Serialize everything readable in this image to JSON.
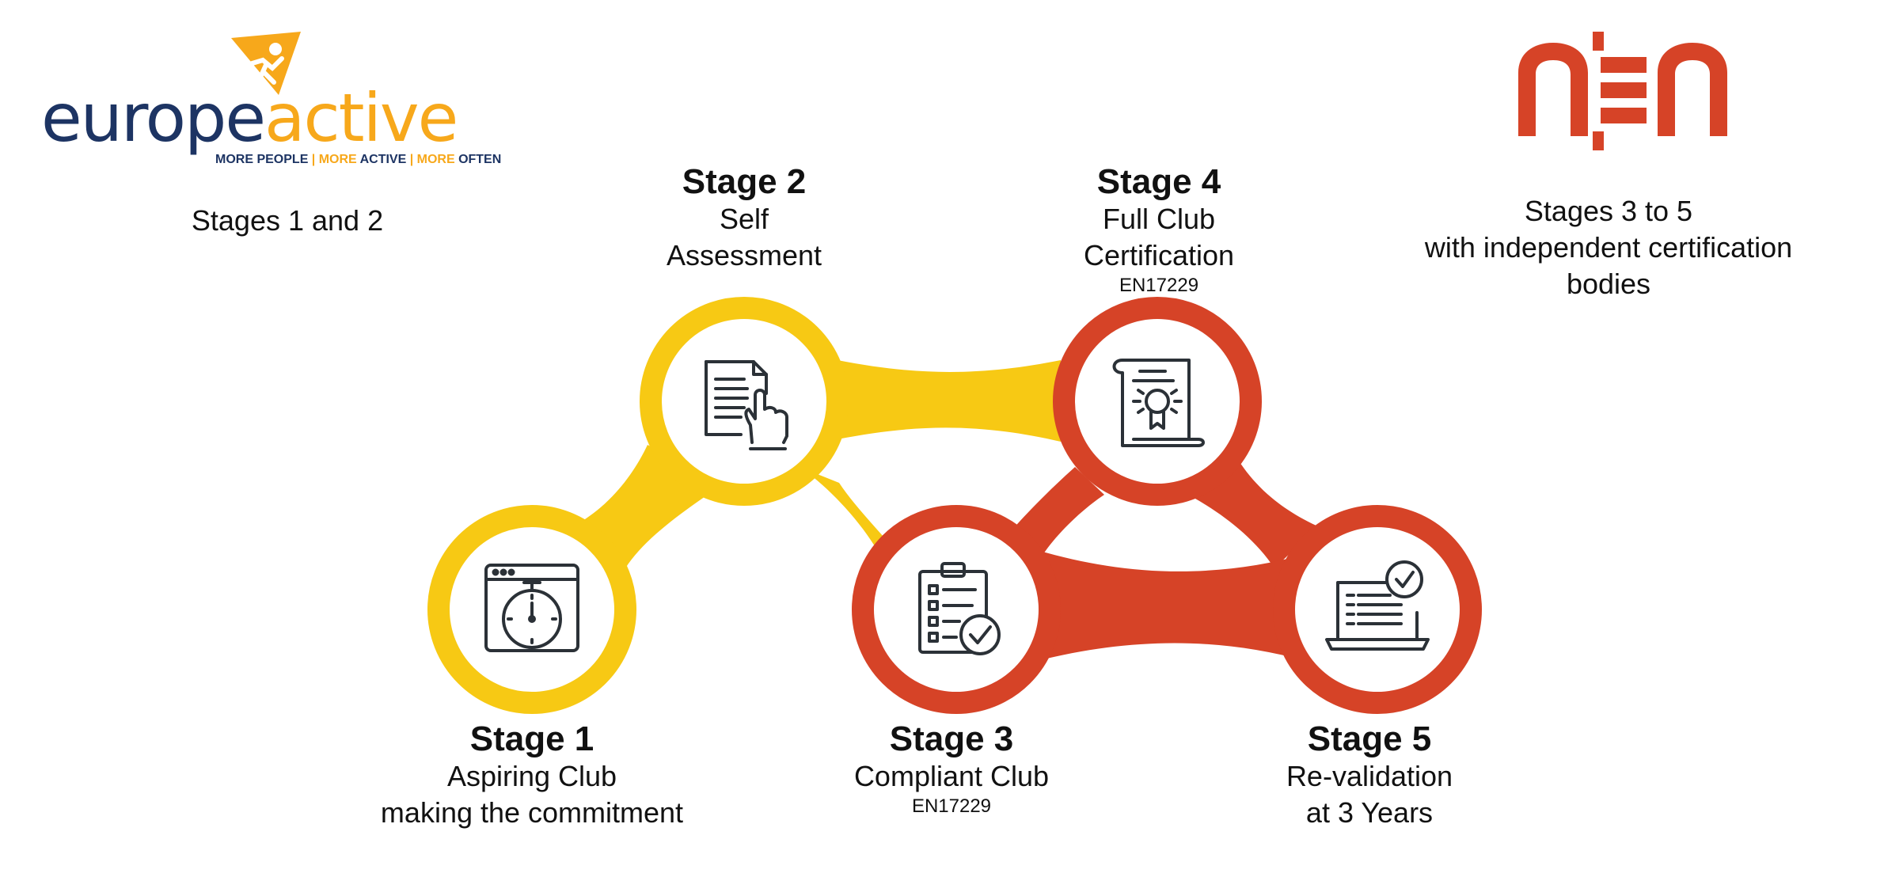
{
  "colors": {
    "yellow": "#f7c914",
    "red": "#d64327",
    "navy": "#1d3463",
    "icon": "#2b3137",
    "text": "#111111"
  },
  "logos": {
    "europeactive": {
      "word_part1": "europe",
      "word_part2": "active",
      "tagline_1": "MORE ",
      "tagline_2": "PEOPLE",
      "tagline_3": " | MORE ",
      "tagline_4": "ACTIVE",
      "tagline_5": " | MORE ",
      "tagline_6": "OFTEN",
      "note": "Stages 1 and 2"
    },
    "nen": {
      "wordmark": "nen",
      "note_lines": [
        "Stages 3 to 5",
        "with independent certification",
        "bodies"
      ]
    }
  },
  "stages": [
    {
      "title": "Stage 1",
      "lines": [
        "Aspiring Club",
        "making the commitment"
      ],
      "standard": "",
      "color": "yellow",
      "icon": "stopwatch-browser-icon"
    },
    {
      "title": "Stage 2",
      "lines": [
        "Self",
        "Assessment"
      ],
      "standard": "",
      "color": "yellow",
      "icon": "document-pointer-icon"
    },
    {
      "title": "Stage 3",
      "lines": [
        "Compliant Club"
      ],
      "standard": "EN17229",
      "color": "red",
      "icon": "clipboard-check-icon"
    },
    {
      "title": "Stage 4",
      "lines": [
        "Full Club",
        "Certification"
      ],
      "standard": "EN17229",
      "color": "red",
      "icon": "certificate-icon"
    },
    {
      "title": "Stage 5",
      "lines": [
        "Re-validation",
        "at 3 Years"
      ],
      "standard": "",
      "color": "red",
      "icon": "laptop-check-icon"
    }
  ]
}
